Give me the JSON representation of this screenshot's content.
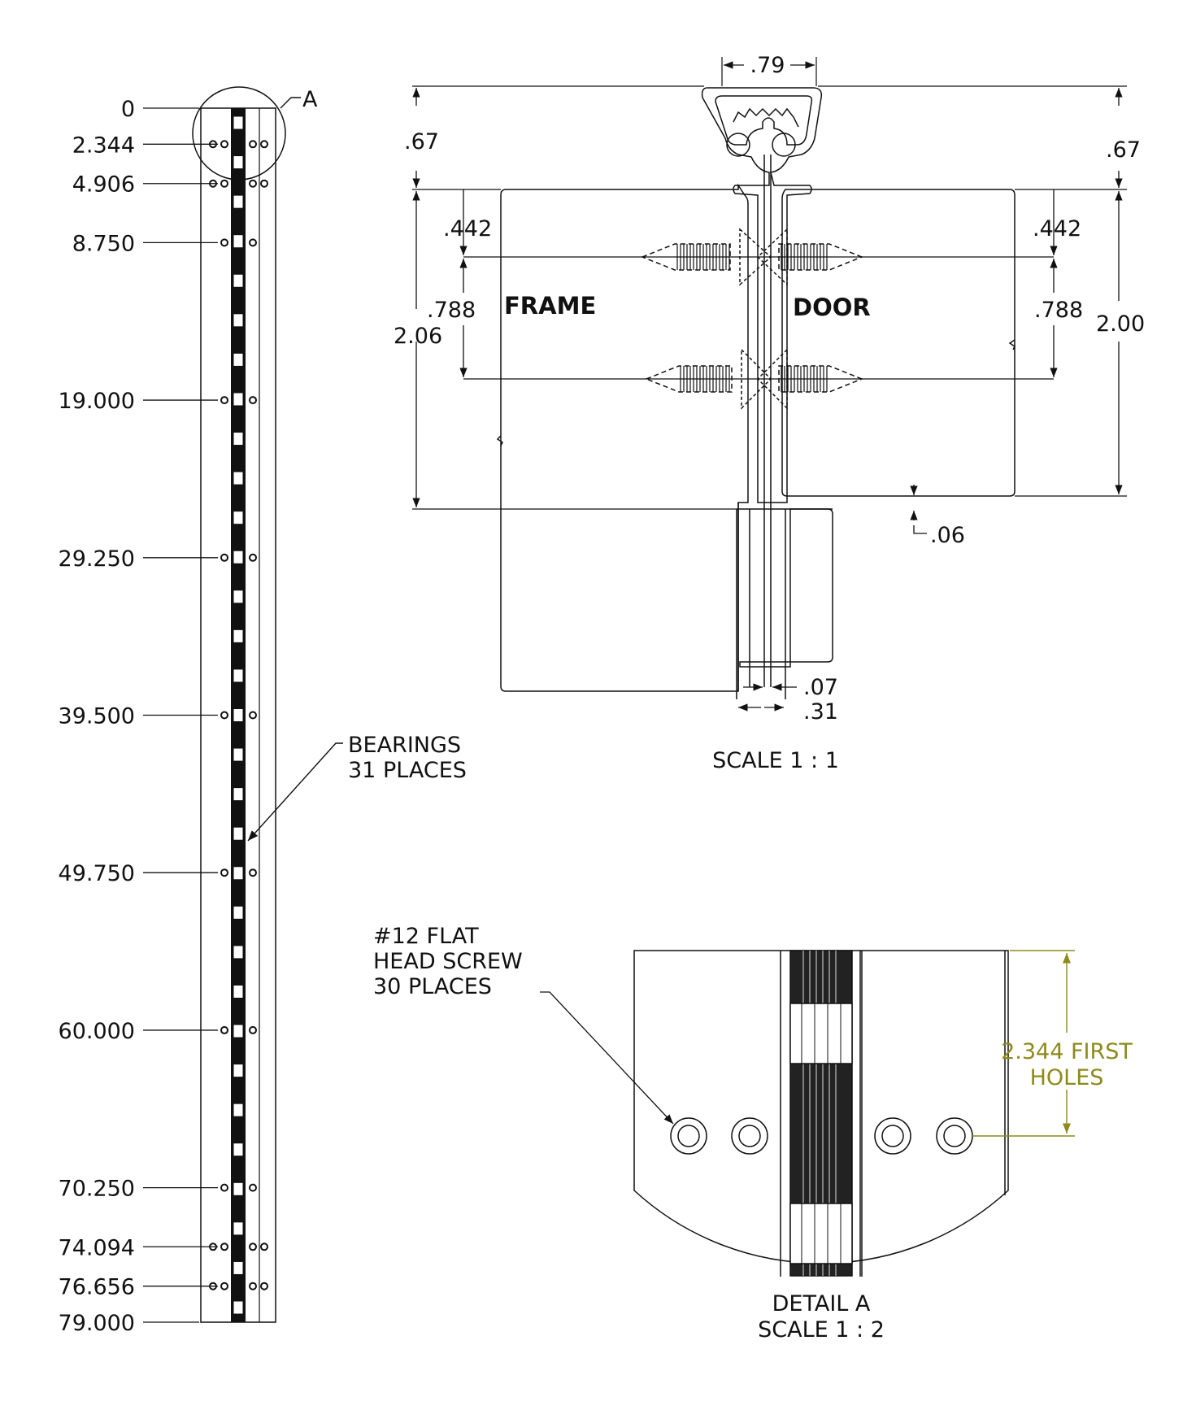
{
  "left_view": {
    "stations": [
      "0",
      "2.344",
      "4.906",
      "8.750",
      "19.000",
      "29.250",
      "39.500",
      "49.750",
      "60.000",
      "70.250",
      "74.094",
      "76.656",
      "79.000"
    ],
    "detail_marker": "A",
    "bearings_note": [
      "BEARINGS",
      "31 PLACES"
    ]
  },
  "section_view": {
    "dims": {
      "top_width": ".79",
      "left_height_top": ".67",
      "right_height_top": ".67",
      "left_442": ".442",
      "right_442": ".442",
      "left_788": ".788",
      "right_788": ".788",
      "left_total": "2.06",
      "right_total": "2.00",
      "offset": ".06",
      "gap": ".07",
      "width": ".31"
    },
    "frame_label": "FRAME",
    "door_label": "DOOR",
    "scale": "SCALE 1 : 1"
  },
  "detail_view": {
    "screw_note": [
      "#12 FLAT",
      "HEAD SCREW",
      "30 PLACES"
    ],
    "first_holes": [
      "2.344 FIRST",
      "HOLES"
    ],
    "title": "DETAIL A",
    "scale": "SCALE 1 : 2",
    "accent_color": "#8e8a1c"
  }
}
